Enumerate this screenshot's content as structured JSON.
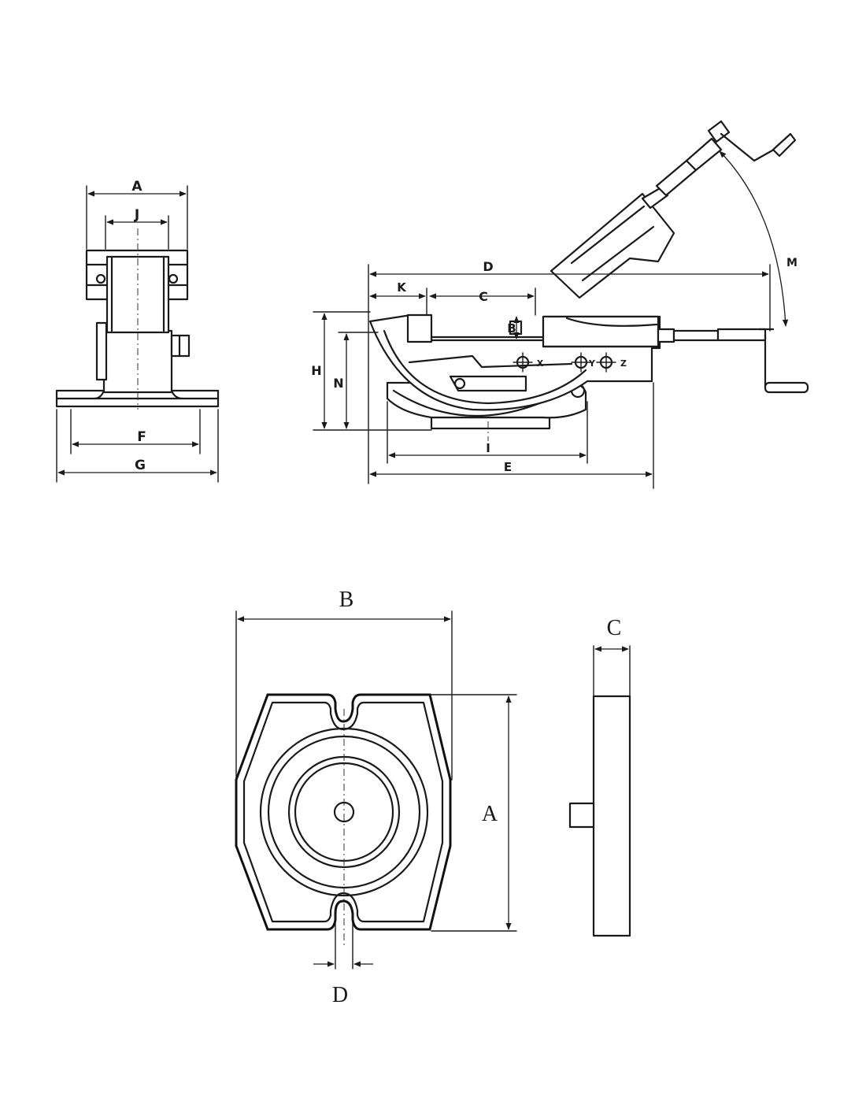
{
  "views": {
    "end_view": {
      "labels": {
        "A": "A",
        "J": "J",
        "F": "F",
        "G": "G"
      }
    },
    "side_view": {
      "labels": {
        "D": "D",
        "K": "K",
        "C": "C",
        "B": "B",
        "H": "H",
        "N": "N",
        "I": "I",
        "E": "E",
        "M": "M",
        "X": "X",
        "Y": "Y",
        "Z": "Z"
      }
    },
    "base_plate_top_view": {
      "labels": {
        "A": "A",
        "B": "B",
        "D": "D"
      }
    },
    "base_plate_side_view": {
      "labels": {
        "C": "C"
      }
    }
  }
}
